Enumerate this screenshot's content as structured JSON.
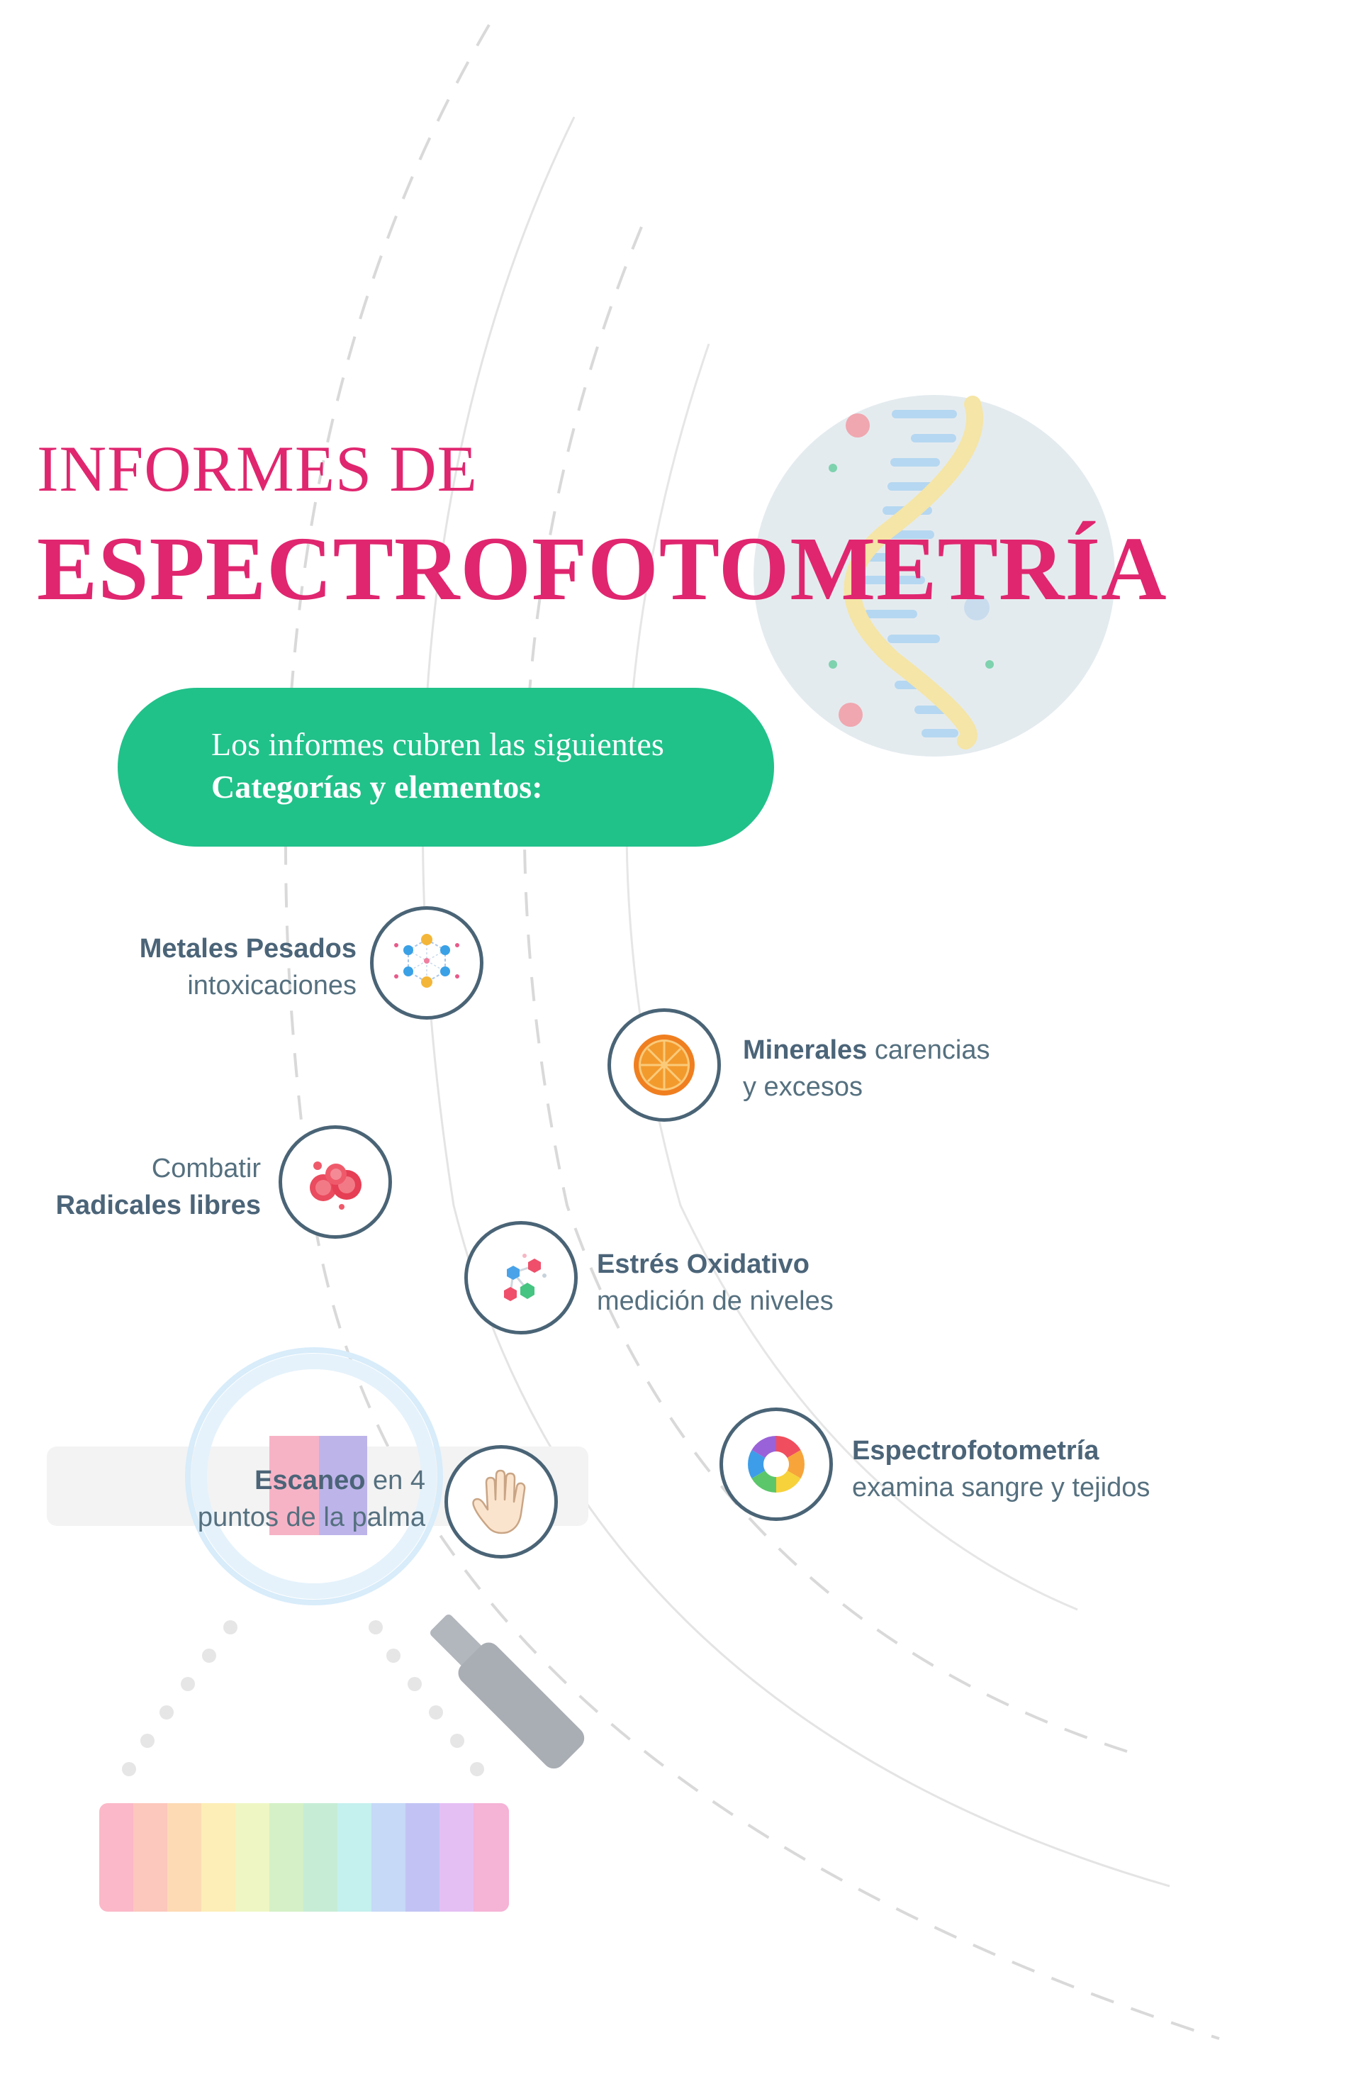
{
  "header": {
    "title_line1": "INFORMES DE",
    "title_line2": "ESPECTROFOTOMETRÍA"
  },
  "intro": {
    "line1": "Los informes cubren las siguientes",
    "line2": "Categorías y elementos:"
  },
  "items": [
    {
      "bold": "Metales Pesados",
      "text": "intoxicaciones",
      "icon": "molecule-icon"
    },
    {
      "bold": "Minerales",
      "text": "carencias",
      "text2": "y excesos",
      "icon": "orange-slice-icon"
    },
    {
      "text": "Combatir",
      "bold": "Radicales libres",
      "icon": "red-cells-icon"
    },
    {
      "bold": "Estrés Oxidativo",
      "text": "medición de niveles",
      "icon": "hexagon-molecule-icon"
    },
    {
      "bold": "Escaneo",
      "text": "en 4",
      "text2": "puntos de la palma",
      "icon": "hand-icon"
    },
    {
      "bold": "Espectrofotometría",
      "text": "examina sangre y tejidos",
      "icon": "color-wheel-icon"
    }
  ],
  "colors": {
    "accent": "#e0266f",
    "pill": "#21c18a",
    "text": "#55707f",
    "ring": "#4a6476"
  }
}
